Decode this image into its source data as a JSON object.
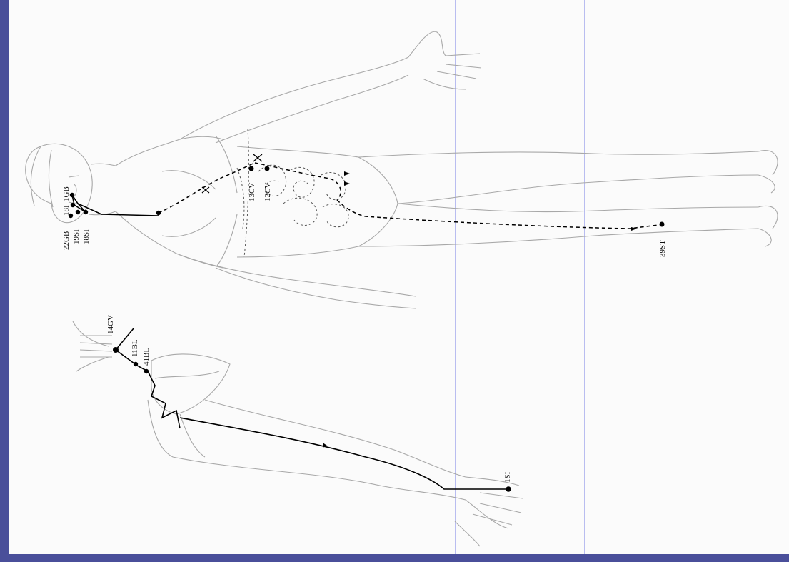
{
  "labels": {
    "p1gb": "1GB",
    "p18i": "18I",
    "p22gb": "22GB",
    "p19si": "19SI",
    "p18si": "18SI",
    "p13cv": "13CV",
    "p12cv": "12CV",
    "p39st": "39ST",
    "p14gv": "14GV",
    "p11bl": "11BL",
    "p41bl": "41BL",
    "p1si": "1SI"
  },
  "colors": {
    "background": "#4a4f9a",
    "page": "#fbfbfb",
    "guide_lines": "#b9bdf0",
    "outline": "#a8a8a8",
    "channel": "#000000"
  }
}
